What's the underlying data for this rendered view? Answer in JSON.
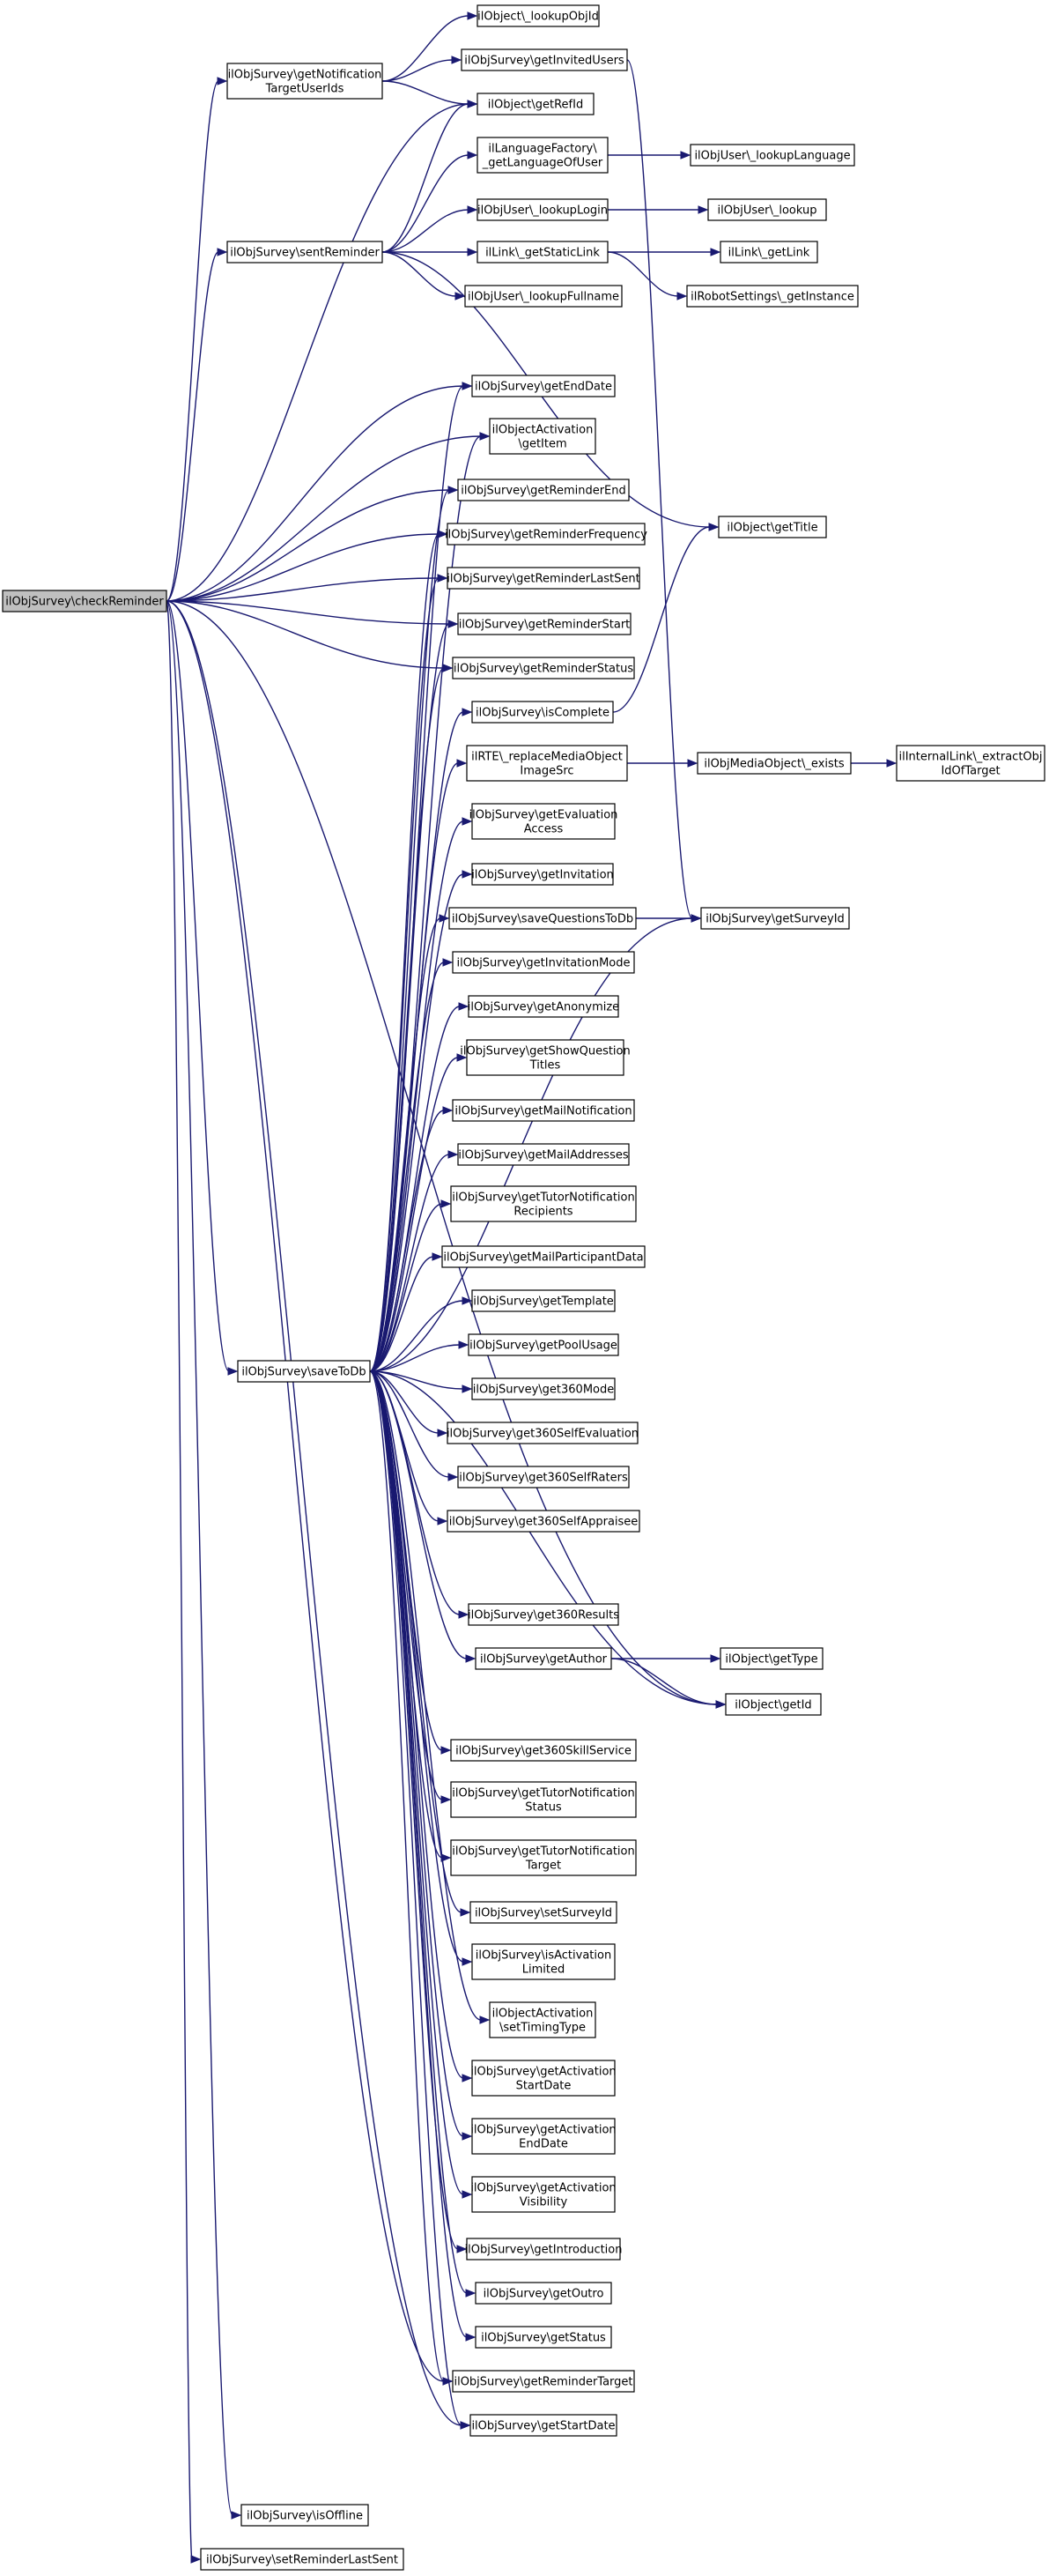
{
  "graph": {
    "kind": "call-graph",
    "root": "checkReminder",
    "colors": {
      "edge": "#191970",
      "node_border": "#000000",
      "node_fill": "#ffffff",
      "root_fill": "#bfbfbf"
    },
    "nodes": [
      {
        "id": "checkReminder",
        "lines": [
          "ilObjSurvey\\checkReminder"
        ]
      },
      {
        "id": "getNotificationTargetUserIds",
        "lines": [
          "ilObjSurvey\\getNotification",
          "TargetUserIds"
        ]
      },
      {
        "id": "lookupObjId",
        "lines": [
          "ilObject\\_lookupObjId"
        ]
      },
      {
        "id": "getInvitedUsers",
        "lines": [
          "ilObjSurvey\\getInvitedUsers"
        ]
      },
      {
        "id": "getRefId",
        "lines": [
          "ilObject\\getRefId"
        ]
      },
      {
        "id": "getLanguageOfUser",
        "lines": [
          "ilLanguageFactory\\",
          "_getLanguageOfUser"
        ]
      },
      {
        "id": "lookupLanguage",
        "lines": [
          "ilObjUser\\_lookupLanguage"
        ]
      },
      {
        "id": "lookupLogin",
        "lines": [
          "ilObjUser\\_lookupLogin"
        ]
      },
      {
        "id": "lookup",
        "lines": [
          "ilObjUser\\_lookup"
        ]
      },
      {
        "id": "sentReminder",
        "lines": [
          "ilObjSurvey\\sentReminder"
        ]
      },
      {
        "id": "getStaticLink",
        "lines": [
          "ilLink\\_getStaticLink"
        ]
      },
      {
        "id": "getLink",
        "lines": [
          "ilLink\\_getLink"
        ]
      },
      {
        "id": "lookupFullname",
        "lines": [
          "ilObjUser\\_lookupFullname"
        ]
      },
      {
        "id": "robotGetInstance",
        "lines": [
          "ilRobotSettings\\_getInstance"
        ]
      },
      {
        "id": "getEndDate",
        "lines": [
          "ilObjSurvey\\getEndDate"
        ]
      },
      {
        "id": "objActGetItem",
        "lines": [
          "ilObjectActivation",
          "\\getItem"
        ]
      },
      {
        "id": "getReminderEnd",
        "lines": [
          "ilObjSurvey\\getReminderEnd"
        ]
      },
      {
        "id": "getTitle",
        "lines": [
          "ilObject\\getTitle"
        ]
      },
      {
        "id": "getReminderFrequency",
        "lines": [
          "ilObjSurvey\\getReminderFrequency"
        ]
      },
      {
        "id": "getReminderLastSent",
        "lines": [
          "ilObjSurvey\\getReminderLastSent"
        ]
      },
      {
        "id": "getReminderStart",
        "lines": [
          "ilObjSurvey\\getReminderStart"
        ]
      },
      {
        "id": "getReminderStatus",
        "lines": [
          "ilObjSurvey\\getReminderStatus"
        ]
      },
      {
        "id": "isComplete",
        "lines": [
          "ilObjSurvey\\isComplete"
        ]
      },
      {
        "id": "replaceMediaObjectImageSrc",
        "lines": [
          "ilRTE\\_replaceMediaObject",
          "ImageSrc"
        ]
      },
      {
        "id": "mobExists",
        "lines": [
          "ilObjMediaObject\\_exists"
        ]
      },
      {
        "id": "extractObjIdOfTarget",
        "lines": [
          "ilInternalLink\\_extractObj",
          "IdOfTarget"
        ]
      },
      {
        "id": "getEvaluationAccess",
        "lines": [
          "ilObjSurvey\\getEvaluation",
          "Access"
        ]
      },
      {
        "id": "getInvitation",
        "lines": [
          "ilObjSurvey\\getInvitation"
        ]
      },
      {
        "id": "saveQuestionsToDb",
        "lines": [
          "ilObjSurvey\\saveQuestionsToDb"
        ]
      },
      {
        "id": "getSurveyId",
        "lines": [
          "ilObjSurvey\\getSurveyId"
        ]
      },
      {
        "id": "getInvitationMode",
        "lines": [
          "ilObjSurvey\\getInvitationMode"
        ]
      },
      {
        "id": "getAnonymize",
        "lines": [
          "ilObjSurvey\\getAnonymize"
        ]
      },
      {
        "id": "getShowQuestionTitles",
        "lines": [
          "ilObjSurvey\\getShowQuestion",
          "Titles"
        ]
      },
      {
        "id": "getMailNotification",
        "lines": [
          "ilObjSurvey\\getMailNotification"
        ]
      },
      {
        "id": "getMailAddresses",
        "lines": [
          "ilObjSurvey\\getMailAddresses"
        ]
      },
      {
        "id": "getTutorNotificationRecipients",
        "lines": [
          "ilObjSurvey\\getTutorNotification",
          "Recipients"
        ]
      },
      {
        "id": "getMailParticipantData",
        "lines": [
          "ilObjSurvey\\getMailParticipantData"
        ]
      },
      {
        "id": "getTemplate",
        "lines": [
          "ilObjSurvey\\getTemplate"
        ]
      },
      {
        "id": "saveToDb",
        "lines": [
          "ilObjSurvey\\saveToDb"
        ]
      },
      {
        "id": "getPoolUsage",
        "lines": [
          "ilObjSurvey\\getPoolUsage"
        ]
      },
      {
        "id": "get360Mode",
        "lines": [
          "ilObjSurvey\\get360Mode"
        ]
      },
      {
        "id": "get360SelfEvaluation",
        "lines": [
          "ilObjSurvey\\get360SelfEvaluation"
        ]
      },
      {
        "id": "get360SelfRaters",
        "lines": [
          "ilObjSurvey\\get360SelfRaters"
        ]
      },
      {
        "id": "get360SelfAppraisee",
        "lines": [
          "ilObjSurvey\\get360SelfAppraisee"
        ]
      },
      {
        "id": "get360Results",
        "lines": [
          "ilObjSurvey\\get360Results"
        ]
      },
      {
        "id": "getAuthor",
        "lines": [
          "ilObjSurvey\\getAuthor"
        ]
      },
      {
        "id": "getType",
        "lines": [
          "ilObject\\getType"
        ]
      },
      {
        "id": "getId",
        "lines": [
          "ilObject\\getId"
        ]
      },
      {
        "id": "get360SkillService",
        "lines": [
          "ilObjSurvey\\get360SkillService"
        ]
      },
      {
        "id": "getTutorNotificationStatus",
        "lines": [
          "ilObjSurvey\\getTutorNotification",
          "Status"
        ]
      },
      {
        "id": "getTutorNotificationTarget",
        "lines": [
          "ilObjSurvey\\getTutorNotification",
          "Target"
        ]
      },
      {
        "id": "setSurveyId",
        "lines": [
          "ilObjSurvey\\setSurveyId"
        ]
      },
      {
        "id": "isActivationLimited",
        "lines": [
          "ilObjSurvey\\isActivation",
          "Limited"
        ]
      },
      {
        "id": "setTimingType",
        "lines": [
          "ilObjectActivation",
          "\\setTimingType"
        ]
      },
      {
        "id": "getActivationStartDate",
        "lines": [
          "ilObjSurvey\\getActivation",
          "StartDate"
        ]
      },
      {
        "id": "getActivationEndDate",
        "lines": [
          "ilObjSurvey\\getActivation",
          "EndDate"
        ]
      },
      {
        "id": "getActivationVisibility",
        "lines": [
          "ilObjSurvey\\getActivation",
          "Visibility"
        ]
      },
      {
        "id": "getIntroduction",
        "lines": [
          "ilObjSurvey\\getIntroduction"
        ]
      },
      {
        "id": "getOutro",
        "lines": [
          "ilObjSurvey\\getOutro"
        ]
      },
      {
        "id": "getStatus",
        "lines": [
          "ilObjSurvey\\getStatus"
        ]
      },
      {
        "id": "getReminderTarget",
        "lines": [
          "ilObjSurvey\\getReminderTarget"
        ]
      },
      {
        "id": "getStartDate",
        "lines": [
          "ilObjSurvey\\getStartDate"
        ]
      },
      {
        "id": "isOffline",
        "lines": [
          "ilObjSurvey\\isOffline"
        ]
      },
      {
        "id": "setReminderLastSent",
        "lines": [
          "ilObjSurvey\\setReminderLastSent"
        ]
      }
    ],
    "edges": [
      [
        "checkReminder",
        "getNotificationTargetUserIds"
      ],
      [
        "checkReminder",
        "getRefId"
      ],
      [
        "checkReminder",
        "sentReminder"
      ],
      [
        "checkReminder",
        "getEndDate"
      ],
      [
        "checkReminder",
        "objActGetItem"
      ],
      [
        "checkReminder",
        "getReminderEnd"
      ],
      [
        "checkReminder",
        "getReminderFrequency"
      ],
      [
        "checkReminder",
        "getReminderLastSent"
      ],
      [
        "checkReminder",
        "getReminderStart"
      ],
      [
        "checkReminder",
        "getReminderStatus"
      ],
      [
        "checkReminder",
        "saveToDb"
      ],
      [
        "checkReminder",
        "getReminderTarget"
      ],
      [
        "checkReminder",
        "getStartDate"
      ],
      [
        "checkReminder",
        "getId"
      ],
      [
        "checkReminder",
        "isOffline"
      ],
      [
        "checkReminder",
        "setReminderLastSent"
      ],
      [
        "getNotificationTargetUserIds",
        "lookupObjId"
      ],
      [
        "getNotificationTargetUserIds",
        "getInvitedUsers"
      ],
      [
        "getNotificationTargetUserIds",
        "getRefId"
      ],
      [
        "getInvitedUsers",
        "getSurveyId"
      ],
      [
        "sentReminder",
        "getRefId"
      ],
      [
        "sentReminder",
        "getLanguageOfUser"
      ],
      [
        "sentReminder",
        "lookupLogin"
      ],
      [
        "sentReminder",
        "getStaticLink"
      ],
      [
        "sentReminder",
        "lookupFullname"
      ],
      [
        "sentReminder",
        "getTitle"
      ],
      [
        "getLanguageOfUser",
        "lookupLanguage"
      ],
      [
        "lookupLogin",
        "lookup"
      ],
      [
        "getStaticLink",
        "getLink"
      ],
      [
        "getStaticLink",
        "robotGetInstance"
      ],
      [
        "isComplete",
        "getTitle"
      ],
      [
        "replaceMediaObjectImageSrc",
        "mobExists"
      ],
      [
        "mobExists",
        "extractObjIdOfTarget"
      ],
      [
        "saveQuestionsToDb",
        "getSurveyId"
      ],
      [
        "getAuthor",
        "getType"
      ],
      [
        "getAuthor",
        "getId"
      ],
      [
        "saveToDb",
        "getEndDate"
      ],
      [
        "saveToDb",
        "objActGetItem"
      ],
      [
        "saveToDb",
        "getReminderEnd"
      ],
      [
        "saveToDb",
        "getReminderFrequency"
      ],
      [
        "saveToDb",
        "getReminderLastSent"
      ],
      [
        "saveToDb",
        "getReminderStart"
      ],
      [
        "saveToDb",
        "getReminderStatus"
      ],
      [
        "saveToDb",
        "isComplete"
      ],
      [
        "saveToDb",
        "replaceMediaObjectImageSrc"
      ],
      [
        "saveToDb",
        "getEvaluationAccess"
      ],
      [
        "saveToDb",
        "getInvitation"
      ],
      [
        "saveToDb",
        "saveQuestionsToDb"
      ],
      [
        "saveToDb",
        "getSurveyId"
      ],
      [
        "saveToDb",
        "getInvitationMode"
      ],
      [
        "saveToDb",
        "getAnonymize"
      ],
      [
        "saveToDb",
        "getShowQuestionTitles"
      ],
      [
        "saveToDb",
        "getMailNotification"
      ],
      [
        "saveToDb",
        "getMailAddresses"
      ],
      [
        "saveToDb",
        "getTutorNotificationRecipients"
      ],
      [
        "saveToDb",
        "getMailParticipantData"
      ],
      [
        "saveToDb",
        "getTemplate"
      ],
      [
        "saveToDb",
        "getPoolUsage"
      ],
      [
        "saveToDb",
        "get360Mode"
      ],
      [
        "saveToDb",
        "get360SelfEvaluation"
      ],
      [
        "saveToDb",
        "get360SelfRaters"
      ],
      [
        "saveToDb",
        "get360SelfAppraisee"
      ],
      [
        "saveToDb",
        "get360Results"
      ],
      [
        "saveToDb",
        "getAuthor"
      ],
      [
        "saveToDb",
        "getId"
      ],
      [
        "saveToDb",
        "get360SkillService"
      ],
      [
        "saveToDb",
        "getTutorNotificationStatus"
      ],
      [
        "saveToDb",
        "getTutorNotificationTarget"
      ],
      [
        "saveToDb",
        "setSurveyId"
      ],
      [
        "saveToDb",
        "isActivationLimited"
      ],
      [
        "saveToDb",
        "setTimingType"
      ],
      [
        "saveToDb",
        "getActivationStartDate"
      ],
      [
        "saveToDb",
        "getActivationEndDate"
      ],
      [
        "saveToDb",
        "getActivationVisibility"
      ],
      [
        "saveToDb",
        "getIntroduction"
      ],
      [
        "saveToDb",
        "getOutro"
      ],
      [
        "saveToDb",
        "getStatus"
      ],
      [
        "saveToDb",
        "getReminderTarget"
      ],
      [
        "saveToDb",
        "getStartDate"
      ]
    ]
  }
}
